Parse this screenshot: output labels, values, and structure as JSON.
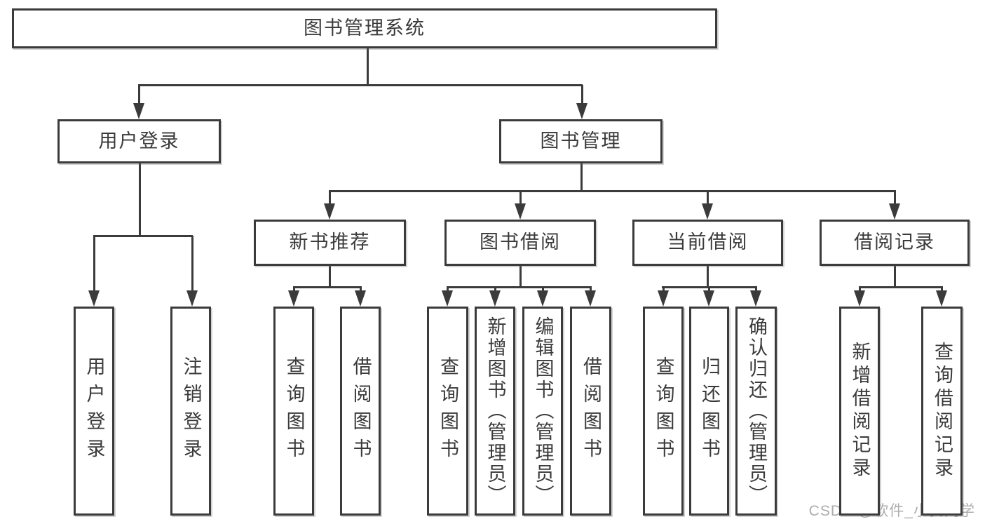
{
  "diagram": {
    "title": "图书管理系统",
    "tree": {
      "label": "图书管理系统",
      "children": [
        {
          "label": "用户登录",
          "children": [
            {
              "label": "用户登录"
            },
            {
              "label": "注销登录"
            }
          ]
        },
        {
          "label": "图书管理",
          "children": [
            {
              "label": "新书推荐",
              "children": [
                {
                  "label": "查询图书"
                },
                {
                  "label": "借阅图书"
                }
              ]
            },
            {
              "label": "图书借阅",
              "children": [
                {
                  "label": "查询图书"
                },
                {
                  "label": "新增图书（管理员）"
                },
                {
                  "label": "编辑图书（管理员）"
                },
                {
                  "label": "借阅图书"
                }
              ]
            },
            {
              "label": "当前借阅",
              "children": [
                {
                  "label": "查询图书"
                },
                {
                  "label": "归还图书"
                },
                {
                  "label": "确认归还（管理员）"
                }
              ]
            },
            {
              "label": "借阅记录",
              "children": [
                {
                  "label": "新增借阅记录"
                },
                {
                  "label": "查询借阅记录"
                }
              ]
            }
          ]
        }
      ]
    },
    "watermark": "CSDN @软件_小贺同学",
    "colors": {
      "line": "#3b3b3b",
      "text": "#3a3a3a",
      "background": "#ffffff",
      "watermark": "#adadaf"
    }
  }
}
